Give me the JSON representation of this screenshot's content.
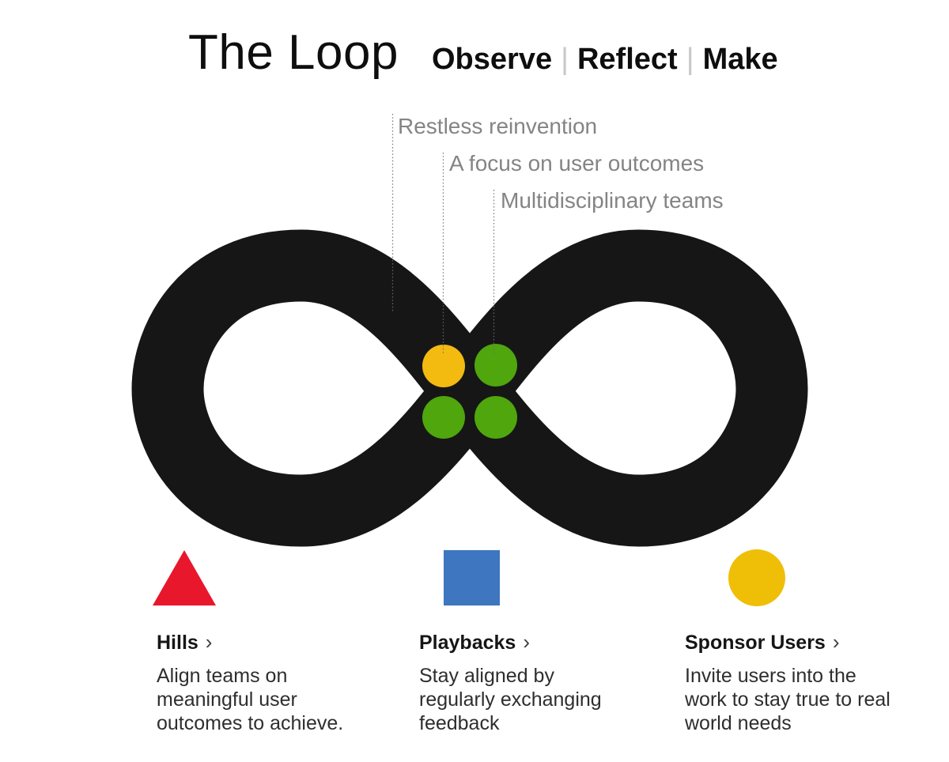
{
  "header": {
    "title": "The Loop",
    "phases": [
      "Observe",
      "Reflect",
      "Make"
    ],
    "separator": "|"
  },
  "annotations": [
    {
      "label": "Restless reinvention"
    },
    {
      "label": "A focus on user outcomes"
    },
    {
      "label": "Multidisciplinary teams"
    }
  ],
  "loop": {
    "color": "#161616",
    "dot_yellow": "#f3ba10",
    "dot_green": "#4fa60d"
  },
  "legend": [
    {
      "shape": "triangle",
      "shape_color": "#e8172c",
      "title": "Hills",
      "chevron": "›",
      "description_lines": [
        "Align teams on",
        "meaningful user",
        "outcomes to achieve."
      ]
    },
    {
      "shape": "square",
      "shape_color": "#3e76c0",
      "title": "Playbacks",
      "chevron": "›",
      "description_lines": [
        "Stay aligned by",
        "regularly exchanging",
        "feedback"
      ]
    },
    {
      "shape": "circle",
      "shape_color": "#efbe07",
      "title": "Sponsor Users",
      "chevron": "›",
      "description_lines": [
        "Invite users into the",
        "work to stay true to real",
        "world needs"
      ]
    }
  ]
}
